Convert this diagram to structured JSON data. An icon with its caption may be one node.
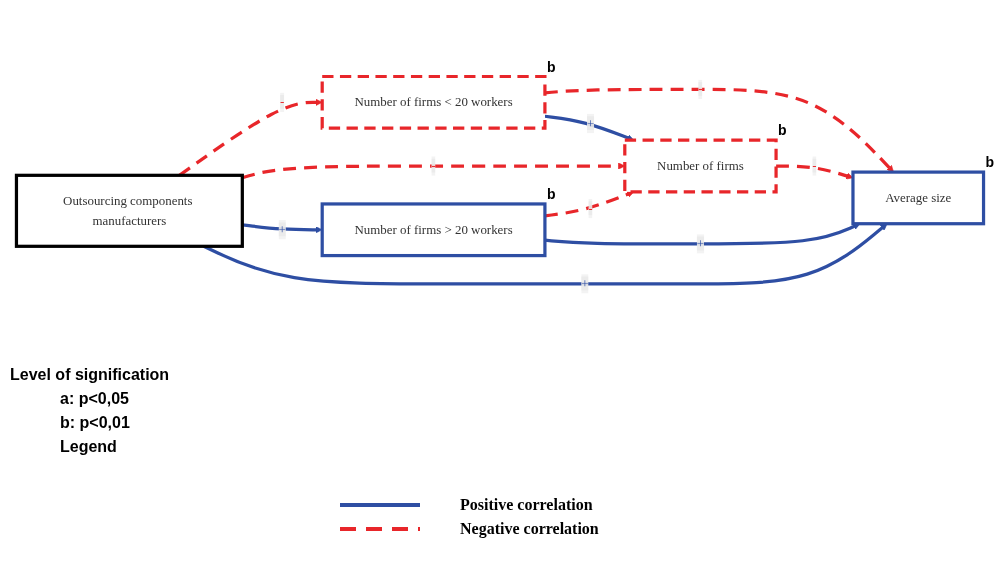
{
  "diagram": {
    "nodes": [
      {
        "text": [
          "Outsourcing components manufacturers"
        ]
      },
      {
        "text": [
          "Number of firms < 20 workers"
        ],
        "beside": [
          "b"
        ]
      },
      {
        "text": [
          "Number of firms"
        ],
        "beside": [
          "b"
        ]
      },
      {
        "text": [
          "Average size"
        ],
        "beside": [
          "b"
        ]
      },
      {
        "text": [
          "Number of firms > 20 workers"
        ],
        "beside": [
          "b"
        ]
      }
    ],
    "edges": [
      {
        "from": 0,
        "to": 1,
        "arrow": "to",
        "label": "-",
        "style": "dashed"
      },
      {
        "from": 1,
        "to": 3,
        "arrow": "to",
        "label": "-",
        "style": "dashed"
      },
      {
        "from": 1,
        "to": 2,
        "arrow": "to",
        "label": "+",
        "color": "#2e4ea3"
      },
      {
        "from": 0,
        "to": 2,
        "arrow": "to",
        "label": "-",
        "style": "dashed"
      },
      {
        "from": 2,
        "to": 3,
        "arrow": "to",
        "label": "-",
        "style": "dashed"
      },
      {
        "from": 0,
        "to": 4,
        "arrow": "to",
        "label": "+",
        "color": "#2e4ea3"
      },
      {
        "from": 4,
        "to": 2,
        "arrow": "to",
        "label": "-",
        "style": "dashed"
      },
      {
        "from": 4,
        "to": 3,
        "arrow": "to",
        "label": "+",
        "color": "#2e4ea3"
      },
      {
        "from": 0,
        "to": 3,
        "arrow": "to",
        "label": "+",
        "color": "#2e4ea3"
      }
    ],
    "labels": [
      "Level of signification",
      "a: p<0,05",
      "b: p<0,01",
      "Legend"
    ],
    "legend": [
      {
        "text": "Positive correlation"
      },
      {
        "text": "Negative correlation"
      }
    ]
  }
}
